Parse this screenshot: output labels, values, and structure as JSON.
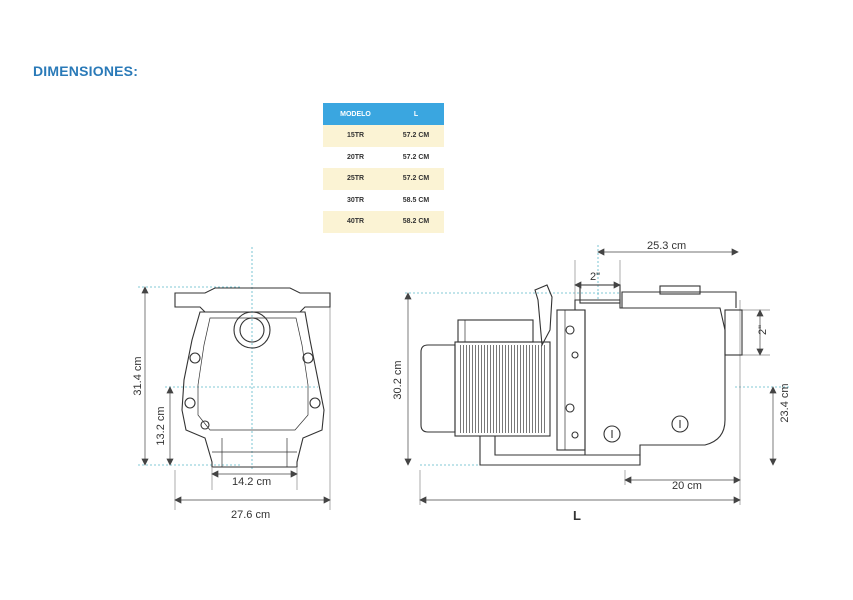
{
  "title": "DIMENSIONES:",
  "table": {
    "headers": [
      "MODELO",
      "L"
    ],
    "rows": [
      [
        "15TR",
        "57.2 CM"
      ],
      [
        "20TR",
        "57.2 CM"
      ],
      [
        "25TR",
        "57.2 CM"
      ],
      [
        "30TR",
        "58.5 CM"
      ],
      [
        "40TR",
        "58.2 CM"
      ]
    ]
  },
  "front_view": {
    "height_total": "31.4 cm",
    "height_outlet": "13.2 cm",
    "base_width": "14.2 cm",
    "total_width": "27.6 cm"
  },
  "side_view": {
    "height_total": "30.2 cm",
    "top_length": "25.3 cm",
    "port_width": "2\"",
    "port_height": "2\"",
    "inlet_height": "23.4 cm",
    "base_length": "20 cm",
    "total_length": "L"
  },
  "colors": {
    "title": "#2a7ab8",
    "header": "#3aa6e0",
    "row_highlight": "#fbf3d4",
    "guide_line": "#5bb6c9",
    "outline": "#333333"
  }
}
